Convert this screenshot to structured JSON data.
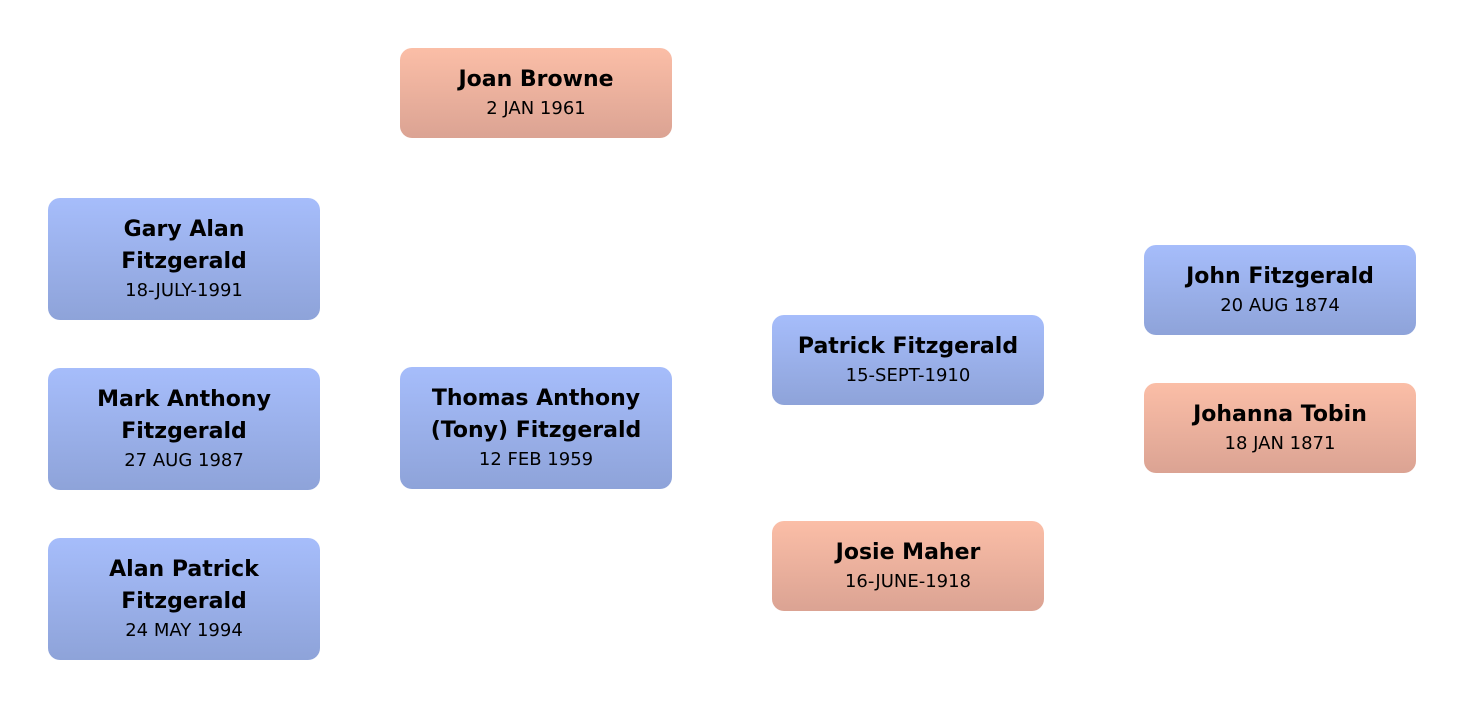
{
  "people": {
    "joan": {
      "name": "Joan Browne",
      "date": "2 JAN 1961",
      "sex": "female"
    },
    "gary": {
      "name": "Gary Alan Fitzgerald",
      "date": "18-JULY-1991",
      "sex": "male"
    },
    "mark": {
      "name": "Mark Anthony Fitzgerald",
      "date": "27 AUG 1987",
      "sex": "male"
    },
    "alan": {
      "name": "Alan Patrick Fitzgerald",
      "date": "24 MAY 1994",
      "sex": "male"
    },
    "thomas": {
      "name": "Thomas Anthony (Tony) Fitzgerald",
      "date": "12 FEB 1959",
      "sex": "male"
    },
    "patrick": {
      "name": "Patrick Fitzgerald",
      "date": "15-SEPT-1910",
      "sex": "male"
    },
    "josie": {
      "name": "Josie Maher",
      "date": "16-JUNE-1918",
      "sex": "female"
    },
    "john": {
      "name": "John Fitzgerald",
      "date": "20 AUG 1874",
      "sex": "male"
    },
    "johanna": {
      "name": "Johanna Tobin",
      "date": "18 JAN 1871",
      "sex": "female"
    }
  },
  "colors": {
    "male": "#a6bdfb",
    "female": "#fbbea7"
  }
}
